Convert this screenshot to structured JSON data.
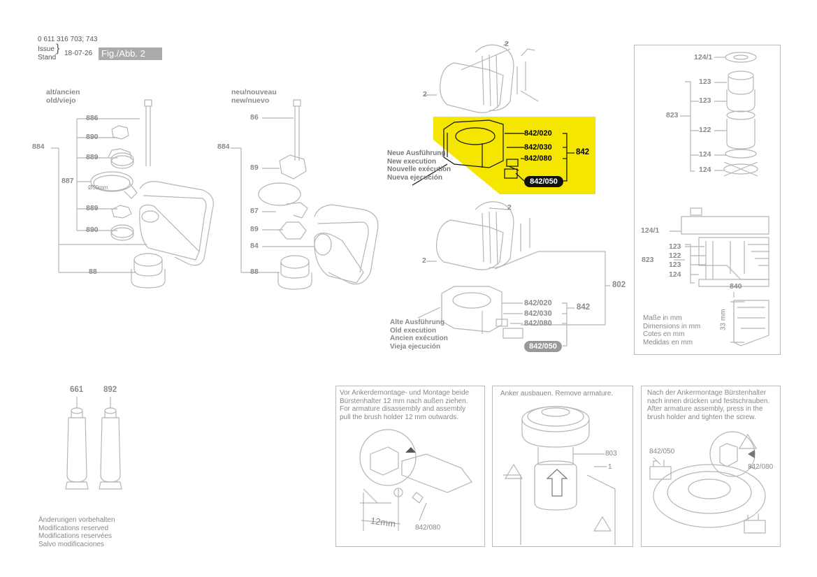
{
  "header": {
    "doc_numbers": "0 611 316 703; 743",
    "issue_label": "Issue\nStand",
    "date": "18-07-26",
    "fig_label": "Fig./Abb. 2"
  },
  "left_group": {
    "old_title": "alt/ancien\nold/viejo",
    "new_title": "neu/nouveau\nnew/nuevo",
    "old_parts": [
      "886",
      "890",
      "889",
      "887",
      "889",
      "890",
      "88",
      "884"
    ],
    "old_diameter": "Ø50mm",
    "new_parts": [
      "86",
      "89",
      "87",
      "89",
      "84",
      "88",
      "884"
    ]
  },
  "brush_new": {
    "parts": [
      "842/020",
      "842/030",
      "842/080"
    ],
    "group": "842",
    "pill": "842/050",
    "label": "Neue Ausführung\nNew execution\nNouvelle exécution\nNueva ejecución",
    "coil": "2"
  },
  "brush_old": {
    "parts": [
      "842/020",
      "842/030",
      "842/080"
    ],
    "group": "842",
    "pill": "842/050",
    "assembly": "802",
    "label": "Alte Ausführung\nOld execution\nAncien exécution\nVieja ejecución",
    "coil": "2"
  },
  "right_panel": {
    "top_parts": [
      "124/1",
      "123",
      "123",
      "122",
      "124",
      "124"
    ],
    "group_823": "823",
    "side_parts": [
      "124/1",
      "123",
      "122",
      "123",
      "124"
    ],
    "group_823b": "823",
    "part_840": "840",
    "dim": "33 mm",
    "units_note": "Maße in mm\nDimensions in mm\nCotes en mm\nMedidas en mm"
  },
  "tubes": {
    "labels": [
      "661",
      "892"
    ]
  },
  "disclaimer": "Änderungen vorbehalten\nModifications reserved\nModifications reservées\nSalvo modificaciones",
  "box1": {
    "text": "Vor Ankerdemontage- und Montage beide\nBürstenhalter 12 mm nach außen ziehen.\nFor armature disassembly and assembly\npull the brush holder 12 mm outwards.",
    "dim": "12mm",
    "part": "842/080"
  },
  "box2": {
    "text": "Anker ausbauen. Remove armature.",
    "parts": [
      "803",
      "1"
    ]
  },
  "box3": {
    "text": "Nach der Ankermontage Bürstenhalter\nnach innen drücken und festschrauben.\nAfter armature assembly, press in the\nbrush holder and tighten the screw.",
    "parts": [
      "842/050",
      "842/080"
    ]
  },
  "colors": {
    "highlight": "#f5e600",
    "pill_dark": "#111111",
    "pill_grey": "#999999",
    "line": "#bbbbbb"
  }
}
